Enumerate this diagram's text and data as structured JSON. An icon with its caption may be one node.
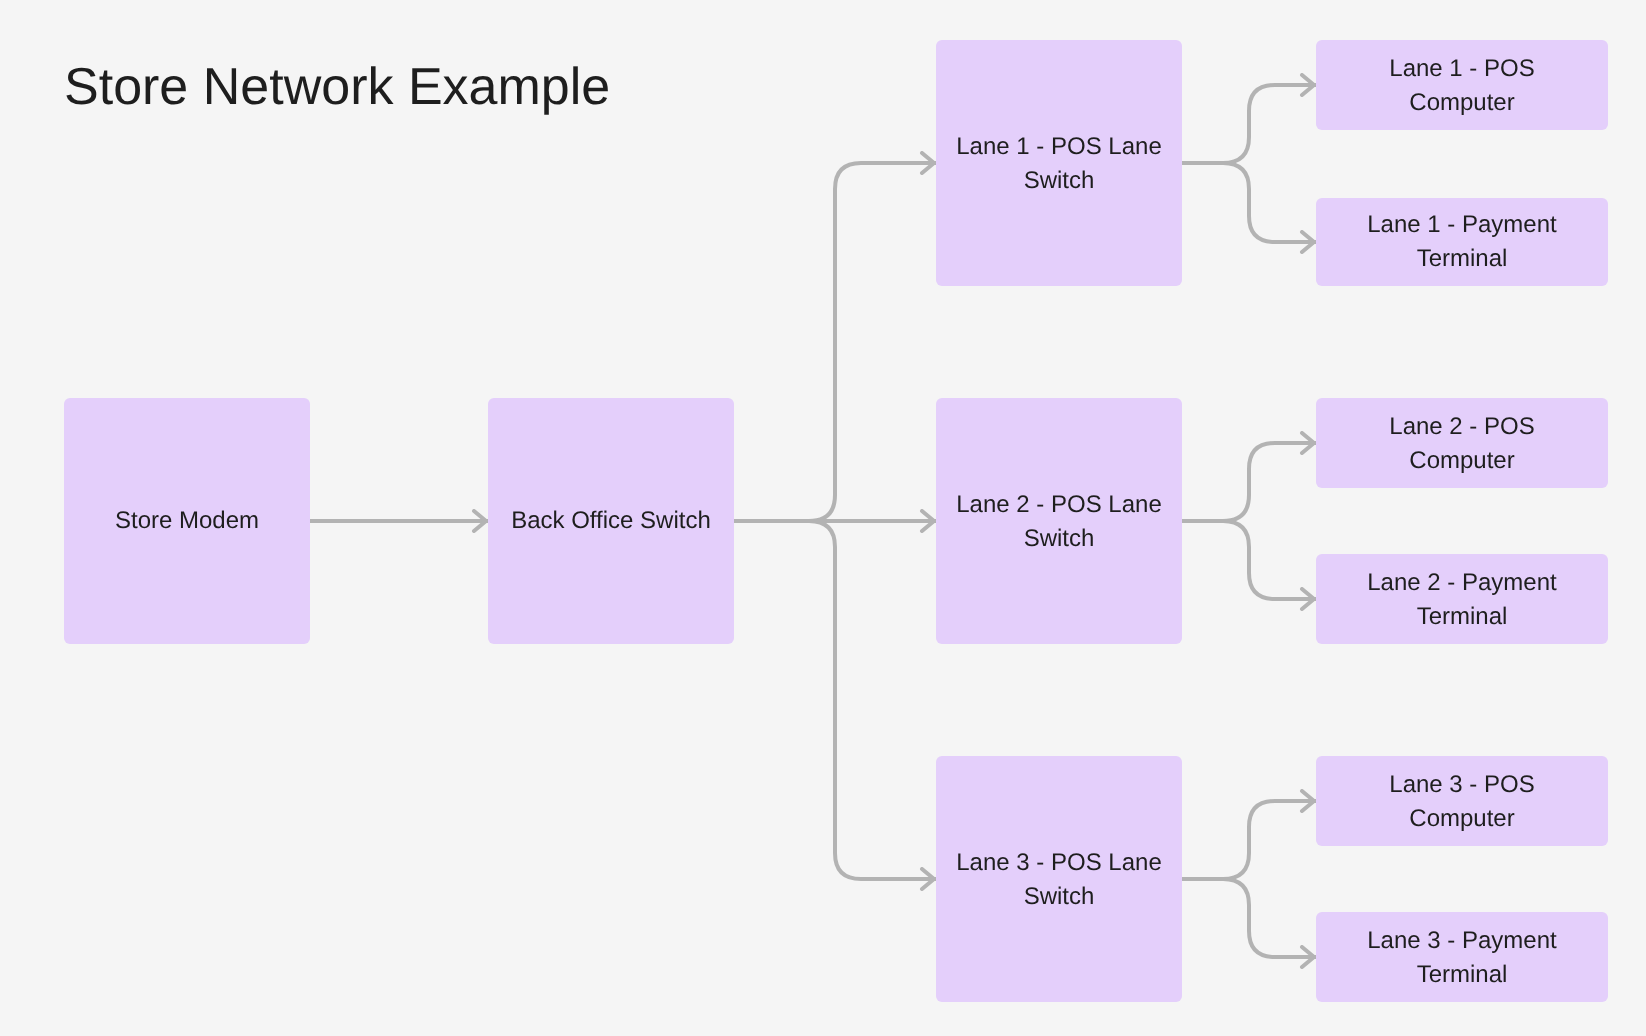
{
  "diagram": {
    "title": "Store Network Example",
    "nodes": [
      {
        "text": [
          "Store Modem"
        ]
      },
      {
        "text": [
          "Back Office Switch"
        ]
      },
      {
        "text": [
          "Lane 1 - POS Lane Switch"
        ]
      },
      {
        "text": [
          "Lane 2 - POS Lane Switch"
        ]
      },
      {
        "text": [
          "Lane 3 - POS Lane Switch"
        ]
      },
      {
        "text": [
          "Lane 1 - POS Computer"
        ]
      },
      {
        "text": [
          "Lane 1 - Payment Terminal"
        ]
      },
      {
        "text": [
          "Lane 2 - POS Computer"
        ]
      },
      {
        "text": [
          "Lane 2 - Payment Terminal"
        ]
      },
      {
        "text": [
          "Lane 3 - POS Computer"
        ]
      },
      {
        "text": [
          "Lane 3 - Payment Terminal"
        ]
      }
    ],
    "edges": [
      {
        "from": 0,
        "to": 1,
        "arrow": "to"
      },
      {
        "from": 1,
        "to": 2,
        "arrow": "to"
      },
      {
        "from": 1,
        "to": 3,
        "arrow": "to"
      },
      {
        "from": 1,
        "to": 4,
        "arrow": "to"
      },
      {
        "from": 2,
        "to": 5,
        "arrow": "to"
      },
      {
        "from": 2,
        "to": 6,
        "arrow": "to"
      },
      {
        "from": 3,
        "to": 7,
        "arrow": "to"
      },
      {
        "from": 3,
        "to": 8,
        "arrow": "to"
      },
      {
        "from": 4,
        "to": 9,
        "arrow": "to"
      },
      {
        "from": 4,
        "to": 10,
        "arrow": "to"
      }
    ]
  }
}
